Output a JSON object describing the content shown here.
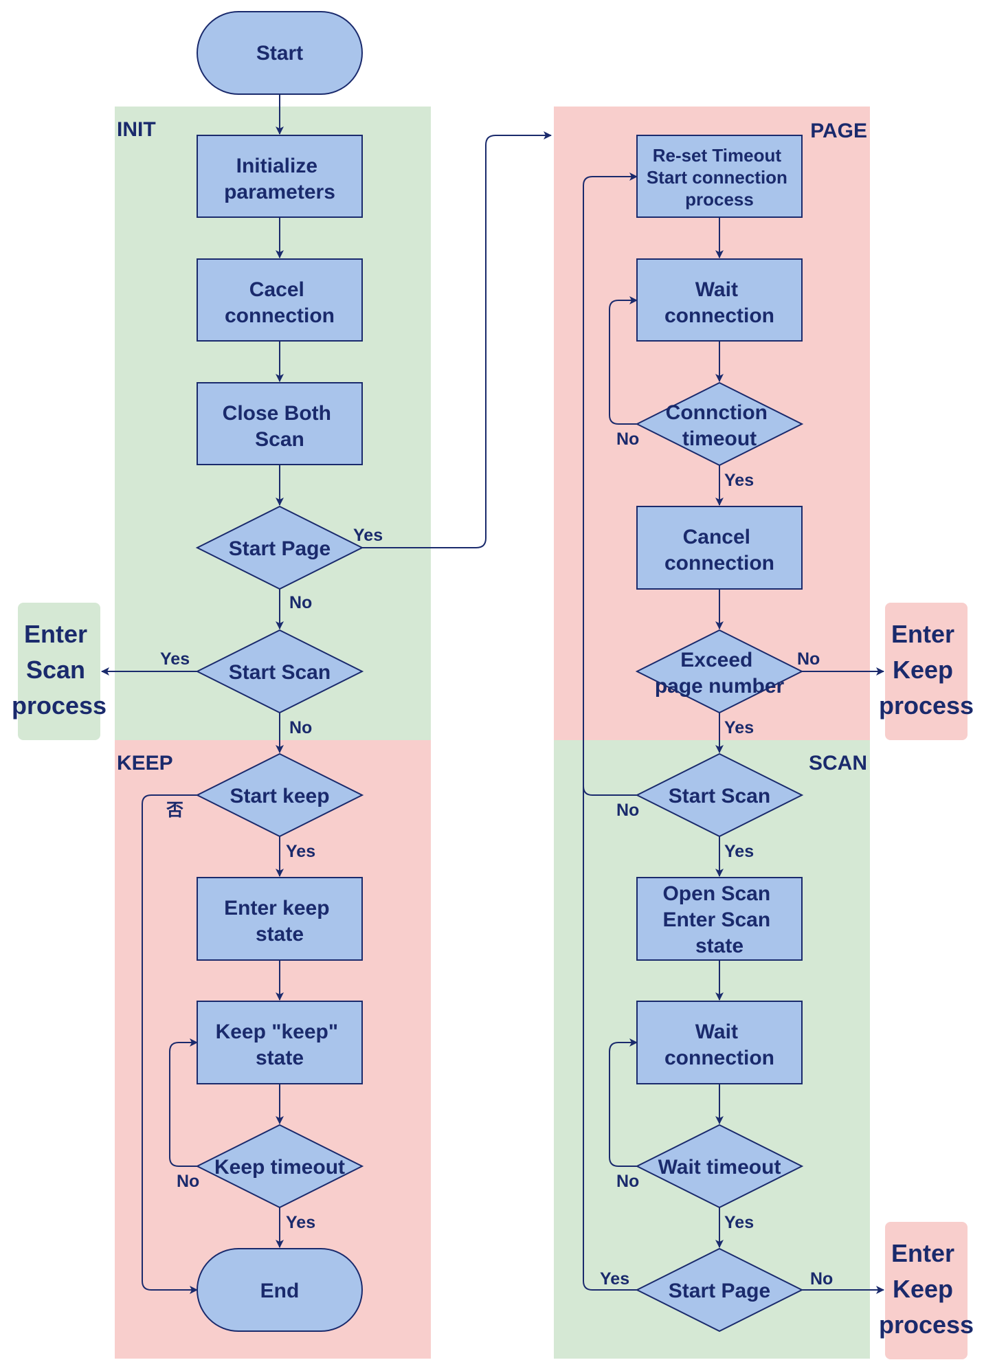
{
  "colors": {
    "node_fill": "#a9c4eb",
    "node_stroke": "#1a2a6c",
    "text": "#1a2a6c",
    "lane_green": "#d5e8d4",
    "lane_red": "#f8cecc"
  },
  "lanes": {
    "init": "INIT",
    "keep": "KEEP",
    "page": "PAGE",
    "scan": "SCAN"
  },
  "nodes": {
    "start": "Start",
    "init_params": [
      "Initialize",
      "parameters"
    ],
    "cacel_connection": [
      "Cacel",
      "connection"
    ],
    "close_both_scan": [
      "Close Both",
      "Scan"
    ],
    "start_page_init": "Start Page",
    "start_scan_init": "Start Scan",
    "start_keep": "Start keep",
    "enter_keep_state": [
      "Enter keep",
      "state"
    ],
    "keep_keep_state": [
      "Keep \"keep\"",
      "state"
    ],
    "keep_timeout": "Keep timeout",
    "end": "End",
    "reset_timeout": [
      "Re-set Timeout",
      "Start connection",
      "process"
    ],
    "wait_connection_page": [
      "Wait",
      "connection"
    ],
    "connection_timeout": [
      "Connction",
      "timeout"
    ],
    "cancel_connection_page": [
      "Cancel",
      "connection"
    ],
    "exceed_page": [
      "Exceed",
      "page number"
    ],
    "start_scan_scan": "Start Scan",
    "open_scan": [
      "Open Scan",
      "Enter Scan",
      "state"
    ],
    "wait_connection_scan": [
      "Wait",
      "connection"
    ],
    "wait_timeout": "Wait timeout",
    "start_page_scan": "Start Page"
  },
  "terminals": {
    "enter_scan": [
      "Enter",
      "Scan",
      "process"
    ],
    "enter_keep_1": [
      "Enter",
      "Keep",
      "process"
    ],
    "enter_keep_2": [
      "Enter",
      "Keep",
      "process"
    ]
  },
  "edge_labels": {
    "start_page_yes": "Yes",
    "start_page_no": "No",
    "start_scan_yes": "Yes",
    "start_scan_no": "No",
    "start_keep_no": "否",
    "start_keep_yes": "Yes",
    "keep_timeout_no": "No",
    "keep_timeout_yes": "Yes",
    "conn_timeout_no": "No",
    "conn_timeout_yes": "Yes",
    "exceed_no": "No",
    "exceed_yes": "Yes",
    "scan_start_scan_no": "No",
    "scan_start_scan_yes": "Yes",
    "wait_timeout_no": "No",
    "wait_timeout_yes": "Yes",
    "scan_start_page_yes": "Yes",
    "scan_start_page_no": "No"
  }
}
